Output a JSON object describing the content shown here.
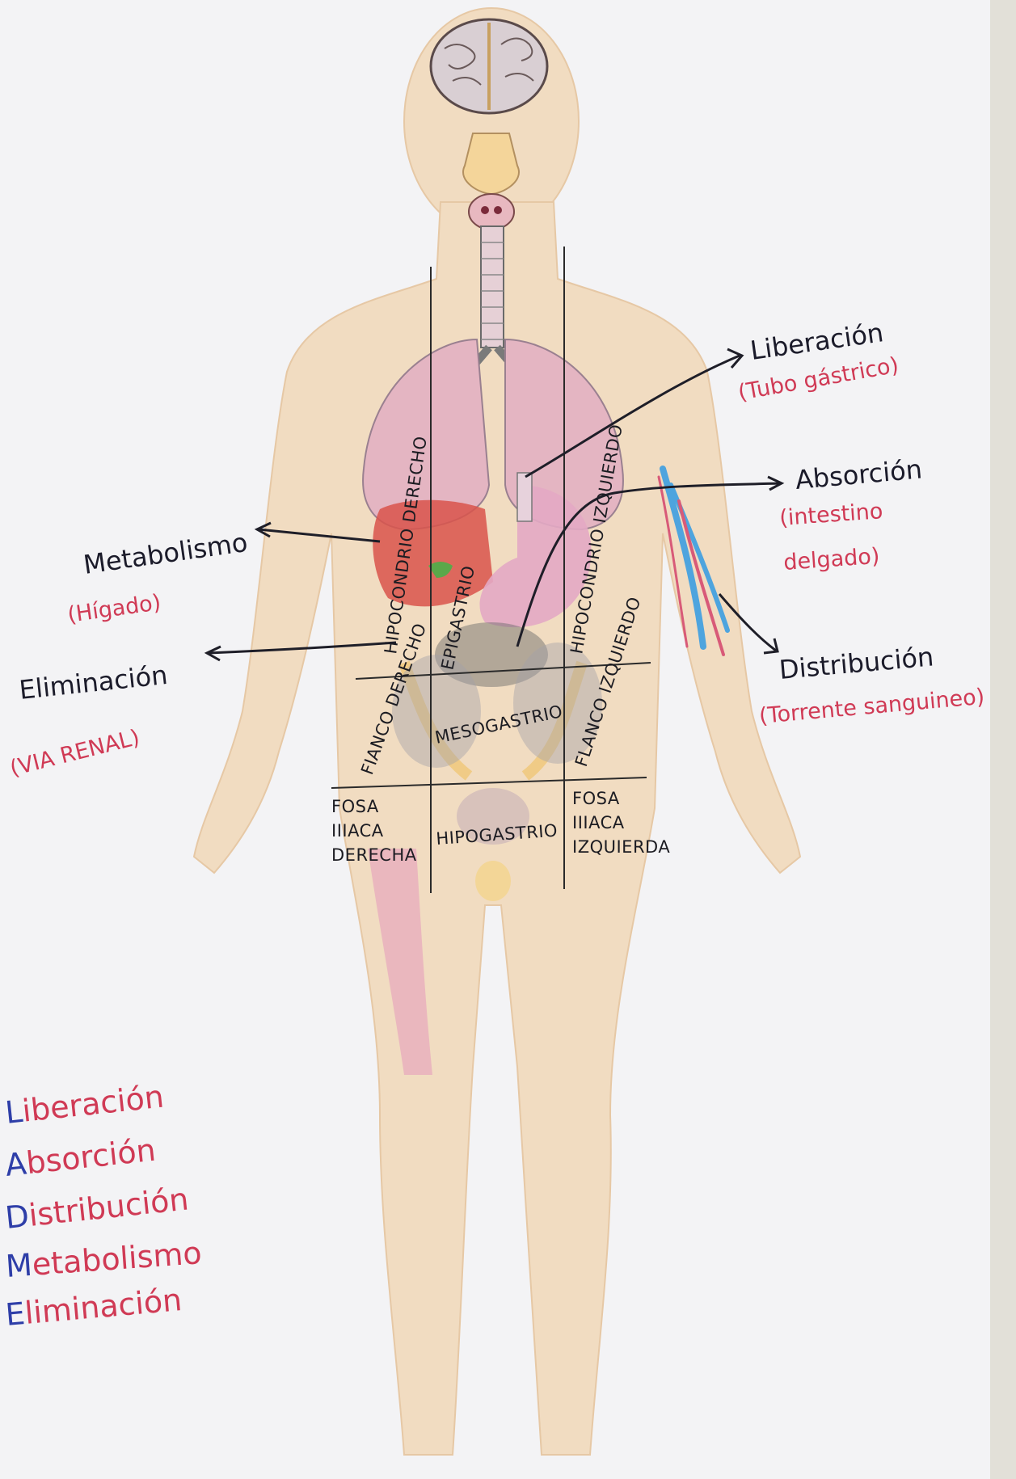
{
  "regions": {
    "hipocondrio_derecho": "HIPOCONDRIO DERECHO",
    "epigastrio": "EPIGASTRIO",
    "hipocondrio_izquierdo": "HIPOCONDRIO IZQUIERDO",
    "flanco_derecho": "FIANCO DERECHO",
    "mesogastrio": "MESOGASTRIO",
    "flanco_izquierdo": "FLANCO IZQUIERDO",
    "fosa_iliaca_derecha": "FOSA IIIACA DERECHA",
    "hipogastrio": "HIPOGASTRIO",
    "fosa_iliaca_izquierda": "FOSA IIIACA IZQUIERDA"
  },
  "annotations": {
    "liberacion": {
      "label": "Liberación",
      "sub": "(Tubo gástrico)"
    },
    "absorcion": {
      "label": "Absorción",
      "sub1": "(intestino",
      "sub2": "delgado)"
    },
    "distribucion": {
      "label": "Distribución",
      "sub": "(Torrente sanguineo)"
    },
    "metabolismo": {
      "label": "Metabolismo",
      "sub": "(Hígado)"
    },
    "eliminacion": {
      "label": "Eliminación",
      "sub": "(VIA RENAL)"
    }
  },
  "legend": [
    {
      "initial": "L",
      "rest": "iberación"
    },
    {
      "initial": "A",
      "rest": "bsorción"
    },
    {
      "initial": "D",
      "rest": "istribución"
    },
    {
      "initial": "M",
      "rest": "etabolismo"
    },
    {
      "initial": "E",
      "rest": "liminación"
    }
  ],
  "colors": {
    "skin": "#f1d9bb",
    "lung": "#e4b5c2",
    "liver": "#d9534b",
    "stomach": "#e3a8c4",
    "red_ink": "#d03a55",
    "blue_ink": "#2e3ea8",
    "vein": "#4ea4de"
  }
}
